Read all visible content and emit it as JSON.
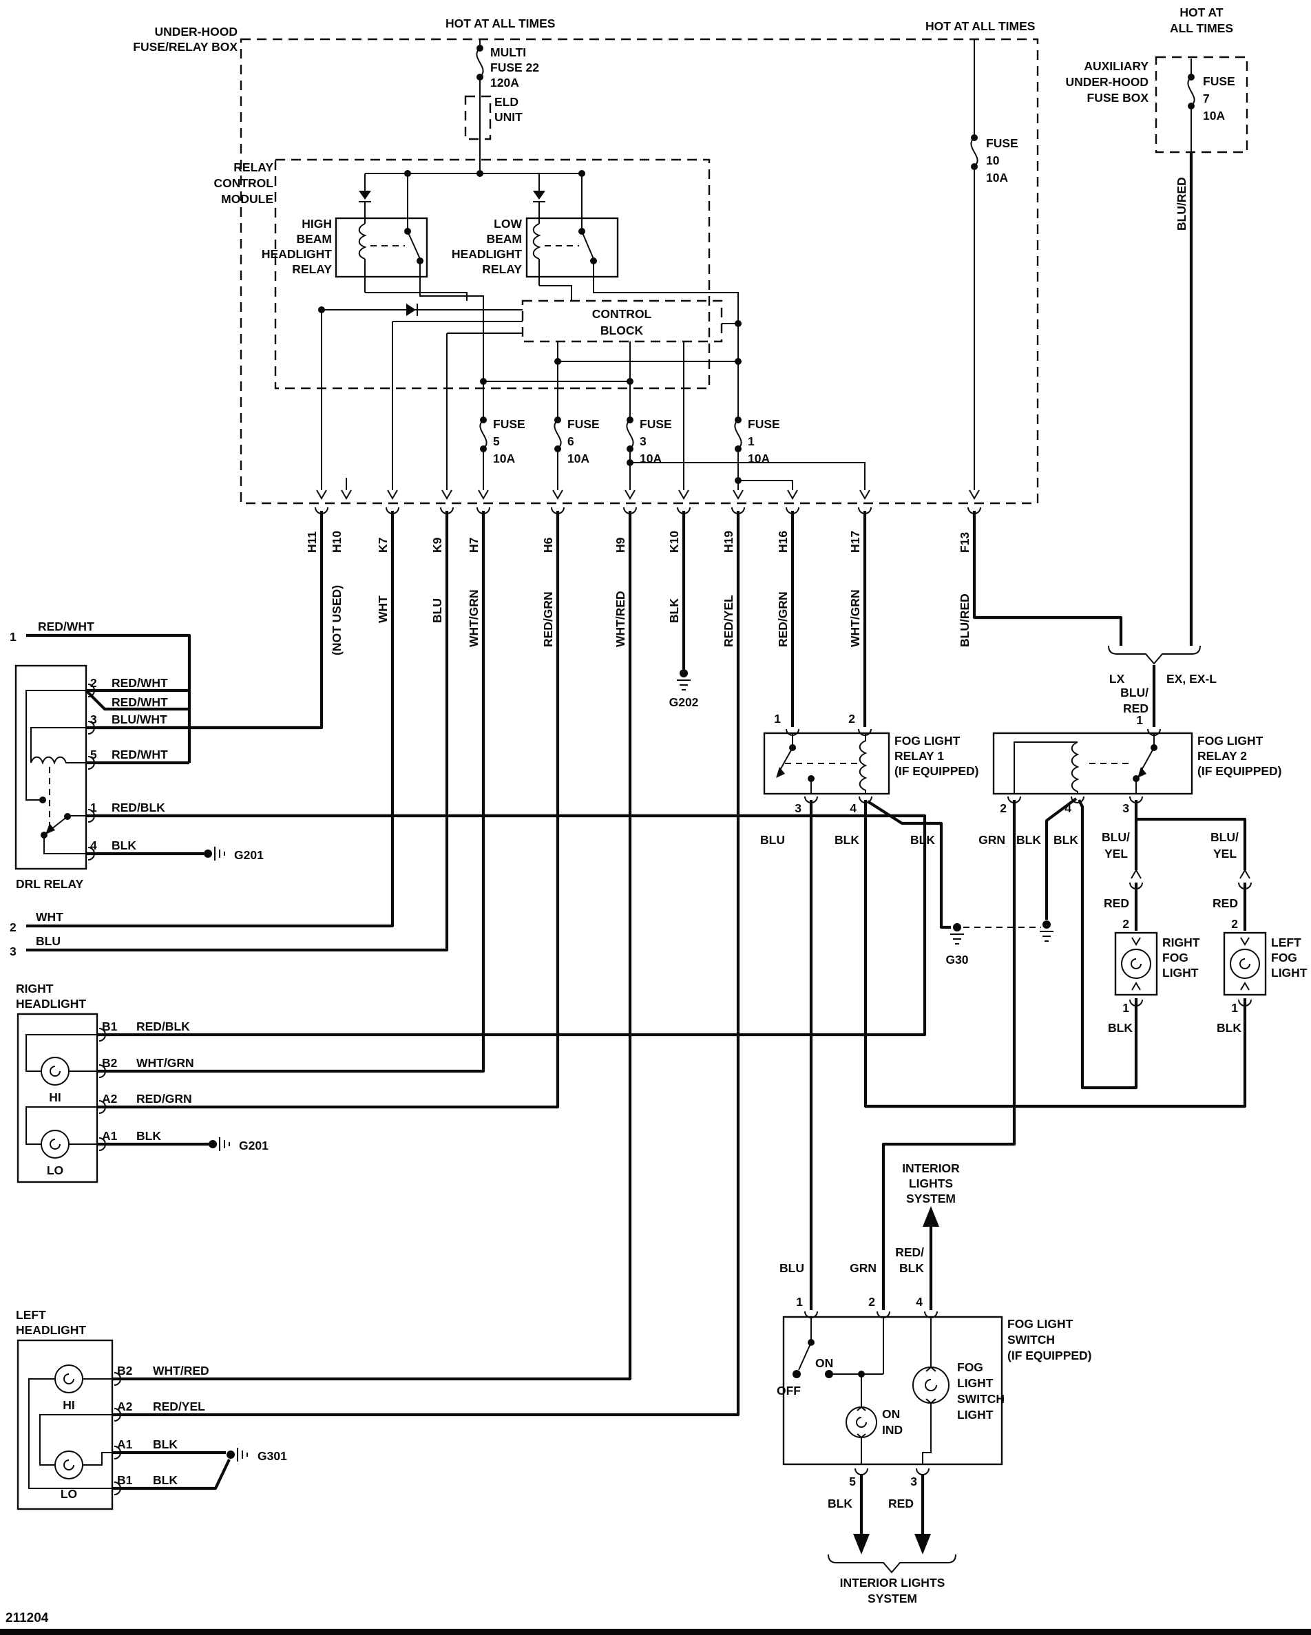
{
  "top": {
    "hot_left": "HOT AT ALL TIMES",
    "hot_mid": "HOT AT ALL TIMES",
    "hot_right1": "HOT AT",
    "hot_right2": "ALL TIMES",
    "underhood1": "UNDER-HOOD",
    "underhood2": "FUSE/RELAY BOX",
    "multi1": "MULTI",
    "multi2": "FUSE 22",
    "multi3": "120A",
    "eld1": "ELD",
    "eld2": "UNIT",
    "f10_1": "FUSE",
    "f10_2": "10",
    "f10_3": "10A",
    "aux1": "AUXILIARY",
    "aux2": "UNDER-HOOD",
    "aux3": "FUSE BOX",
    "f7_1": "FUSE",
    "f7_2": "7",
    "f7_3": "10A",
    "aux_color": "BLU/RED"
  },
  "module": {
    "m1": "RELAY",
    "m2": "CONTROL",
    "m3": "MODULE",
    "hb1": "HIGH",
    "hb2": "BEAM",
    "hb3": "HEADLIGHT",
    "hb4": "RELAY",
    "lb1": "LOW",
    "lb2": "BEAM",
    "lb3": "HEADLIGHT",
    "lb4": "RELAY",
    "cb1": "CONTROL",
    "cb2": "BLOCK"
  },
  "fuses": [
    {
      "t": "FUSE",
      "n": "5",
      "a": "10A"
    },
    {
      "t": "FUSE",
      "n": "6",
      "a": "10A"
    },
    {
      "t": "FUSE",
      "n": "3",
      "a": "10A"
    },
    {
      "t": "FUSE",
      "n": "1",
      "a": "10A"
    }
  ],
  "connectors": [
    {
      "id": "H11",
      "color": ""
    },
    {
      "id": "H10",
      "color": "(NOT USED)"
    },
    {
      "id": "K7",
      "color": "WHT"
    },
    {
      "id": "K9",
      "color": "BLU"
    },
    {
      "id": "H7",
      "color": "WHT/GRN"
    },
    {
      "id": "H6",
      "color": "RED/GRN"
    },
    {
      "id": "H9",
      "color": "WHT/RED"
    },
    {
      "id": "K10",
      "color": "BLK"
    },
    {
      "id": "H19",
      "color": "RED/YEL"
    },
    {
      "id": "H16",
      "color": "RED/GRN"
    },
    {
      "id": "H17",
      "color": "WHT/GRN"
    },
    {
      "id": "F13",
      "color": "BLU/RED"
    }
  ],
  "grounds": {
    "g202": "G202",
    "g201_drl": "G201",
    "g201_rh": "G201",
    "g301": "G301",
    "g30": "G30"
  },
  "drl": {
    "name": "DRL RELAY",
    "pin1_top": "1",
    "w1": "RED/WHT",
    "pin2": "2",
    "w2a": "RED/WHT",
    "w2b": "RED/WHT",
    "pin3": "3",
    "w3": "BLU/WHT",
    "pin5": "5",
    "w5": "RED/WHT",
    "pin1b": "1",
    "w1b": "RED/BLK",
    "pin4": "4",
    "w4": "BLK",
    "pin2_low": "2",
    "w2low": "WHT",
    "pin3_low": "3",
    "w3low": "BLU"
  },
  "rh": {
    "t1": "RIGHT",
    "t2": "HEADLIGHT",
    "hi": "HI",
    "lo": "LO",
    "b1": "B1",
    "b1c": "RED/BLK",
    "b2": "B2",
    "b2c": "WHT/GRN",
    "a2": "A2",
    "a2c": "RED/GRN",
    "a1": "A1",
    "a1c": "BLK"
  },
  "lh": {
    "t1": "LEFT",
    "t2": "HEADLIGHT",
    "hi": "HI",
    "lo": "LO",
    "b2": "B2",
    "b2c": "WHT/RED",
    "a2": "A2",
    "a2c": "RED/YEL",
    "a1": "A1",
    "a1c": "BLK",
    "b1": "B1",
    "b1c": "BLK"
  },
  "trim": {
    "lx": "LX",
    "ex": "EX, EX-L",
    "c1": "BLU/",
    "c2": "RED",
    "pin": "1"
  },
  "relay1": {
    "t1": "FOG LIGHT",
    "t2": "RELAY 1",
    "t3": "(IF EQUIPPED)",
    "p1": "1",
    "p2": "2",
    "p3": "3",
    "p4": "4",
    "w3": "BLU",
    "w4a": "BLK",
    "w4b": "BLK"
  },
  "relay2": {
    "t1": "FOG LIGHT",
    "t2": "RELAY 2",
    "t3": "(IF EQUIPPED)",
    "p1": "1",
    "p2": "2",
    "p3": "3",
    "p4": "4",
    "w2": "GRN",
    "w4a": "BLK",
    "w4b": "BLK",
    "w3a1": "BLU/",
    "w3a2": "YEL",
    "w3b1": "BLU/",
    "w3b2": "YEL"
  },
  "fogs": {
    "r1": "RIGHT",
    "r2": "FOG",
    "r3": "LIGHT",
    "l1": "LEFT",
    "l2": "FOG",
    "l3": "LIGHT",
    "rred": "RED",
    "lred": "RED",
    "rp2": "2",
    "lp2": "2",
    "rp1": "1",
    "lp1": "1",
    "rblk": "BLK",
    "lblk": "BLK"
  },
  "switch": {
    "t1": "FOG LIGHT",
    "t2": "SWITCH",
    "t3": "(IF EQUIPPED)",
    "p1": "1",
    "p2": "2",
    "p4": "4",
    "p5": "5",
    "p3": "3",
    "wblu": "BLU",
    "wgrn": "GRN",
    "wrb1": "RED/",
    "wrb2": "BLK",
    "on": "ON",
    "off": "OFF",
    "onind1": "ON",
    "onind2": "IND",
    "sl1": "FOG",
    "sl2": "LIGHT",
    "sl3": "SWITCH",
    "sl4": "LIGHT",
    "wblk": "BLK",
    "wred": "RED"
  },
  "interior_top": {
    "l1": "INTERIOR",
    "l2": "LIGHTS",
    "l3": "SYSTEM"
  },
  "interior_bottom": {
    "l1": "INTERIOR LIGHTS",
    "l2": "SYSTEM"
  },
  "footer": {
    "code": "211204"
  }
}
